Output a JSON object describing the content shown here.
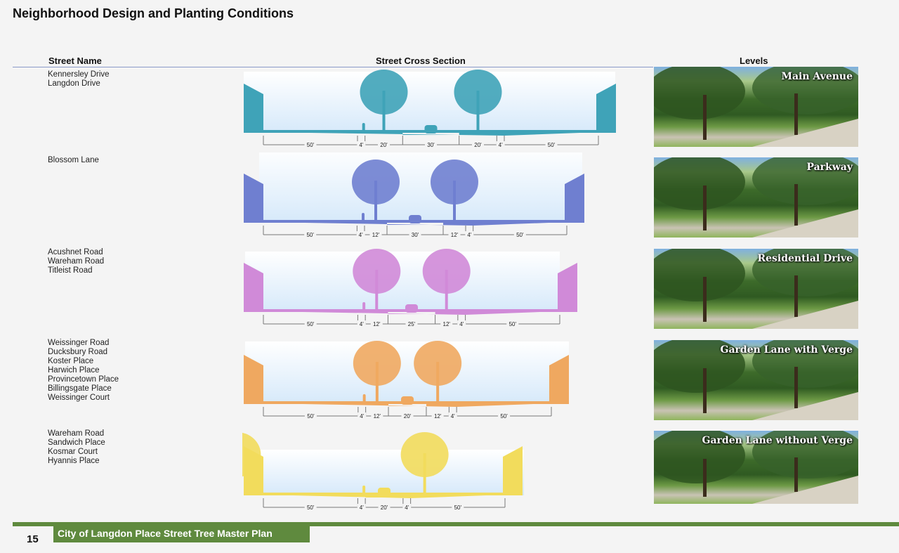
{
  "title": "Neighborhood Design and Planting Conditions",
  "headers": {
    "street_name": "Street Name",
    "cross_section": "Street Cross Section",
    "levels": "Levels"
  },
  "rows": [
    {
      "names": [
        "Kennersley Drive",
        "Langdon Drive"
      ],
      "dims": [
        "50'",
        "4'",
        "20'",
        "30'",
        "20'",
        "4'",
        "50'"
      ],
      "color": "#3fa3b8",
      "level": "Main Avenue"
    },
    {
      "names": [
        "Blossom Lane"
      ],
      "dims": [
        "50'",
        "4'",
        "12'",
        "30'",
        "12'",
        "4'",
        "50'"
      ],
      "color": "#6f7fd0",
      "level": "Parkway"
    },
    {
      "names": [
        "Acushnet Road",
        "Wareham Road",
        "Titleist Road"
      ],
      "dims": [
        "50'",
        "4'",
        "12'",
        "25'",
        "12'",
        "4'",
        "50'"
      ],
      "color": "#d08ad8",
      "level": "Residential Drive"
    },
    {
      "names": [
        "Weissinger Road",
        "Ducksbury Road",
        "Koster Place",
        "Harwich Place",
        "Provincetown Place",
        "Billingsgate Place",
        "Weissinger Court"
      ],
      "dims": [
        "50'",
        "4'",
        "12'",
        "20'",
        "12'",
        "4'",
        "50'"
      ],
      "color": "#efa860",
      "level": "Garden Lane with Verge"
    },
    {
      "names": [
        "Wareham Road",
        "Sandwich Place",
        "Kosmar Court",
        "Hyannis Place"
      ],
      "dims": [
        "50'",
        "4'",
        "20'",
        "4'",
        "50'"
      ],
      "color": "#f2dc5c",
      "level": "Garden Lane without Verge"
    }
  ],
  "footer": {
    "page": "15",
    "plan_title": "City of Langdon Place Street Tree Master Plan"
  }
}
